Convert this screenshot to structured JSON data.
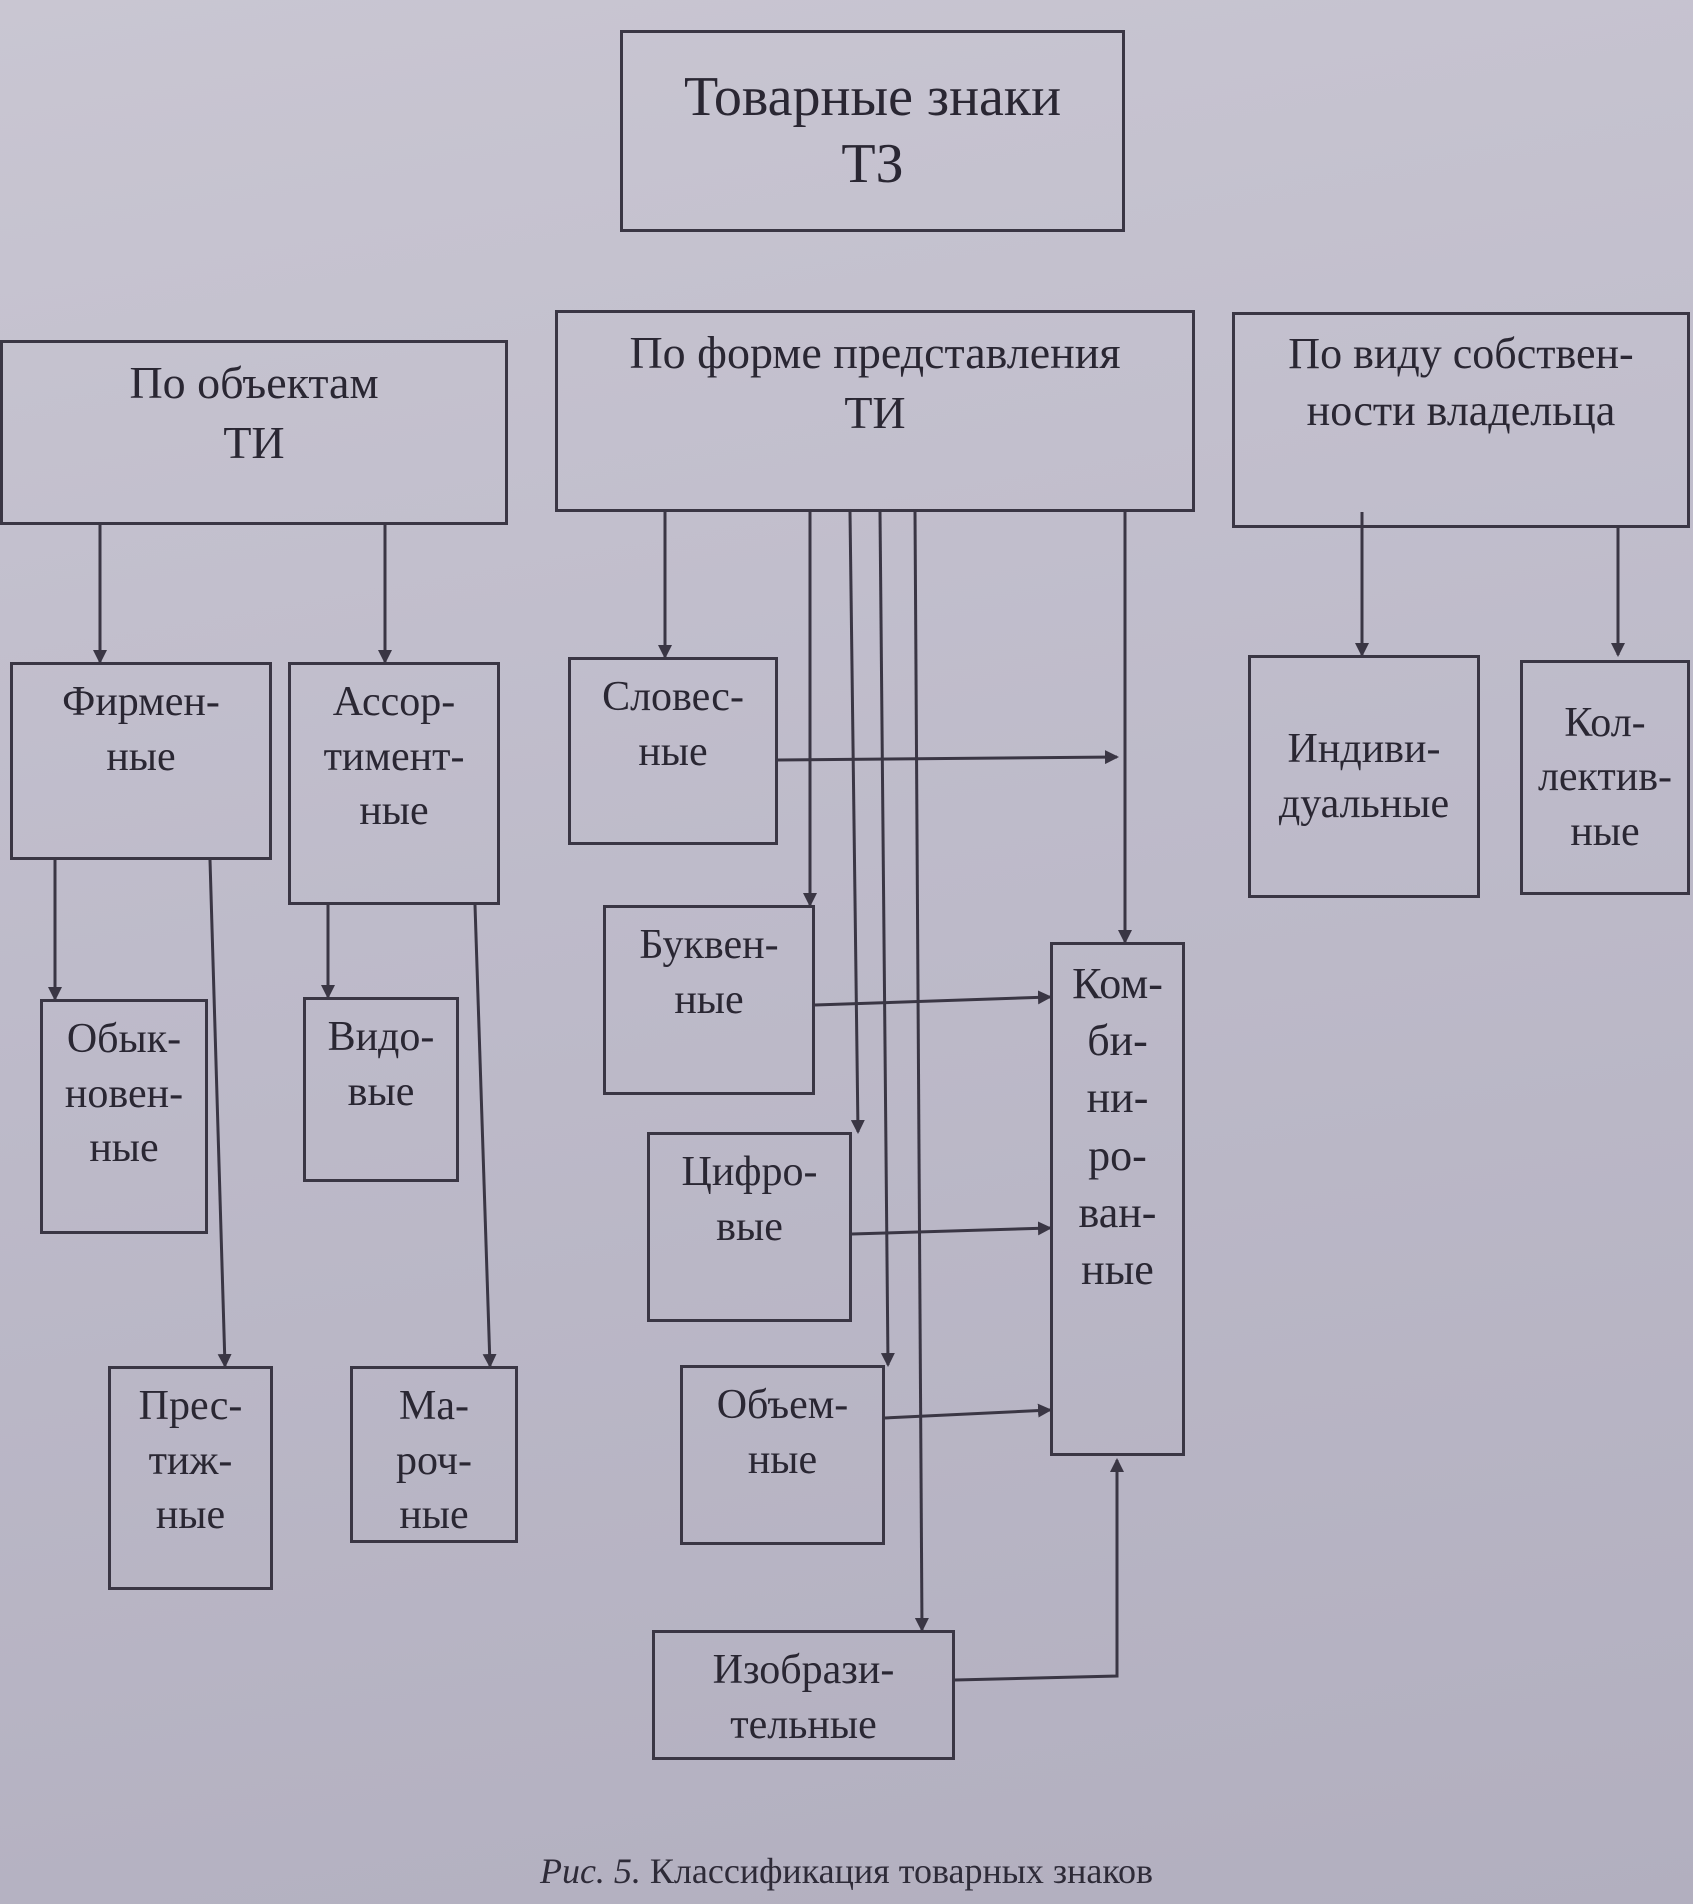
{
  "root": "Товарные знаки\nТЗ",
  "groups": {
    "by_objects": "По объектам\nТИ",
    "by_form": "По форме представления\nТИ",
    "by_ownership": "По виду собствен-\nности владельца"
  },
  "nodes": {
    "firm": "Фирмен-\nные",
    "assortment": "Ассор-\nтимент-\nные",
    "ordinary": "Обык-\nновен-\nные",
    "prestige": "Прес-\nтиж-\nные",
    "species": "Видо-\nвые",
    "brand": "Ма-\nроч-\nные",
    "verbal": "Словес-\nные",
    "letter": "Буквен-\nные",
    "digital": "Цифро-\nвые",
    "volumetric": "Объем-\nные",
    "pictorial": "Изобрази-\nтельные",
    "combined": "Ком-\nби-\nни-\nро-\nван-\nные",
    "individual": "Индиви-\nдуальные",
    "collective": "Кол-\nлектив-\nные"
  },
  "caption": {
    "figure": "Рис. 5.",
    "text": "Классификация товарных знаков"
  }
}
